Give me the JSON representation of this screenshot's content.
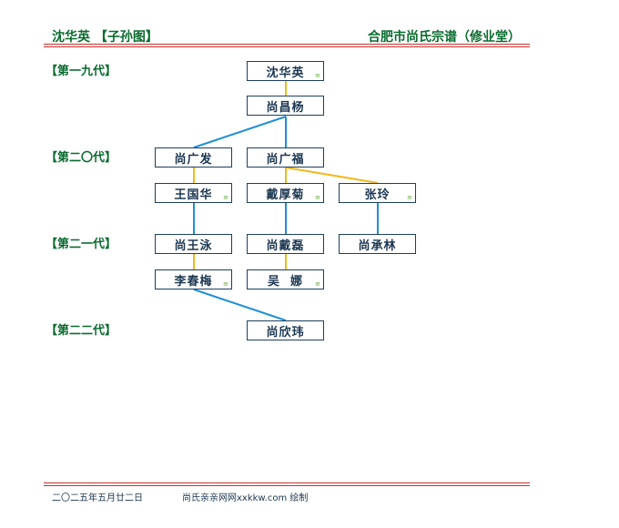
{
  "header": {
    "left_title": "沈华英 【子孙图】",
    "right_title": "合肥市尚氏宗谱（修业堂）"
  },
  "generations": [
    "【第一九代】",
    "【第二〇代】",
    "【第二一代】",
    "【第二二代】"
  ],
  "nodes": {
    "shen_huaying": {
      "name": "沈华英",
      "mark": "≡"
    },
    "shang_changyang": {
      "name": "尚昌杨",
      "mark": ""
    },
    "shang_guangfa": {
      "name": "尚广发",
      "mark": ""
    },
    "shang_guangfu": {
      "name": "尚广福",
      "mark": ""
    },
    "wang_guohua": {
      "name": "王国华",
      "mark": "≡"
    },
    "dai_houju": {
      "name": "戴厚菊",
      "mark": "≡"
    },
    "zhang_ling": {
      "name": "张玲",
      "mark": "≡"
    },
    "shang_wangyong": {
      "name": "尚王泳",
      "mark": ""
    },
    "shang_dailei": {
      "name": "尚戴磊",
      "mark": ""
    },
    "shang_chenglin": {
      "name": "尚承林",
      "mark": ""
    },
    "li_chunmei": {
      "name": "李春梅",
      "mark": "≡"
    },
    "wu_na": {
      "name": "吴  娜",
      "mark": "≡"
    },
    "shang_xinwei": {
      "name": "尚欣玮",
      "mark": ""
    }
  },
  "colors": {
    "descent_line": "#1e8fd8",
    "spouse_line": "#f2b81c",
    "header_text": "#0b6b2f",
    "rule": "#c83232",
    "node_border": "#1d3f5e"
  },
  "footer": {
    "date": "二〇二五年五月廿二日",
    "credit": "尚氏亲亲网网xxkkw.com 绘制"
  }
}
